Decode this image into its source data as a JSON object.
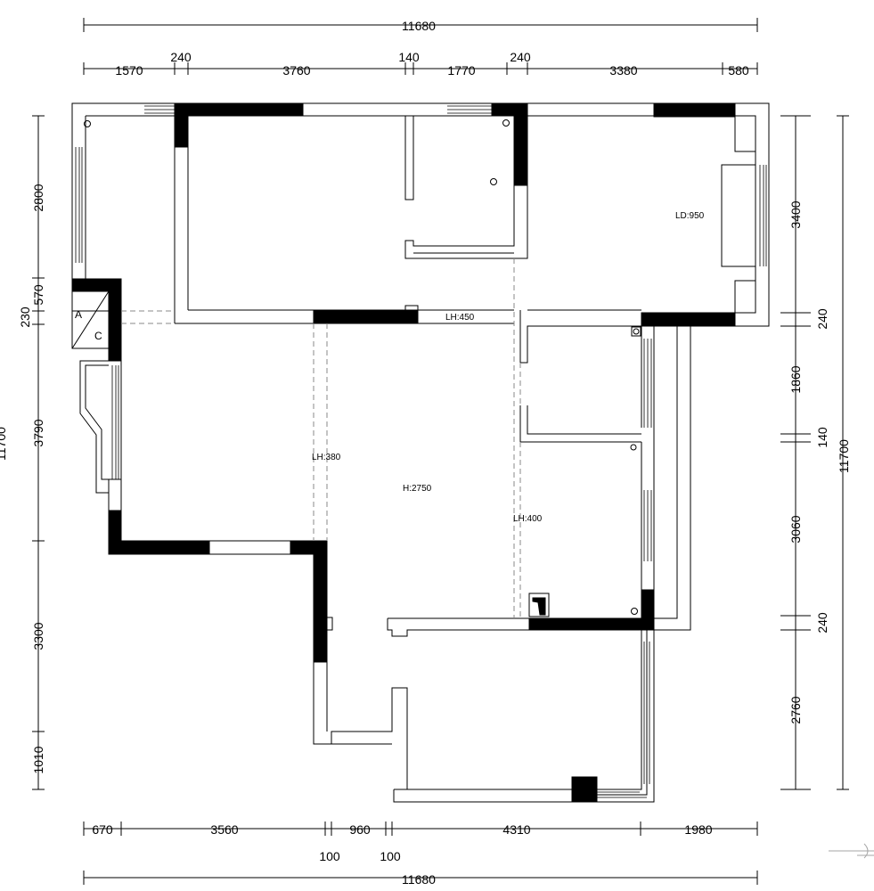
{
  "dimensions": {
    "top_total": "11680",
    "top_segments": [
      "1570",
      "240",
      "3760",
      "140",
      "1770",
      "240",
      "3380",
      "580"
    ],
    "bottom_total": "11680",
    "bottom_segments": [
      "670",
      "3560",
      "960",
      "4310",
      "1980"
    ],
    "bottom_small": [
      "100",
      "100"
    ],
    "left_segments": [
      "2800",
      "570",
      "230",
      "3790",
      "3300",
      "1010"
    ],
    "left_total_partial": "11700",
    "right_segments": [
      "3400",
      "240",
      "1860",
      "140",
      "3060",
      "240",
      "2760"
    ],
    "right_total": "11700"
  },
  "labels": {
    "ld": "LD:950",
    "lh450": "LH:450",
    "lh380": "LH:380",
    "h2750": "H:2750",
    "lh400": "LH:400",
    "mark_a": "A",
    "mark_c": "C"
  }
}
